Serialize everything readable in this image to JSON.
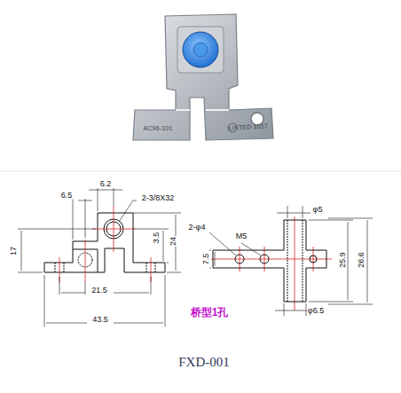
{
  "diagram": {
    "caption": "FXD-001",
    "labels": [
      "AC96-101",
      "LISTED 1017",
      "6.2",
      "6.5",
      "2-3/8X32",
      "17",
      "3.5",
      "24",
      "21.5",
      "43.5",
      "2-φ4",
      "M5",
      "φ5",
      "7.5",
      "25.9",
      "26.6",
      "φ6.5",
      "桥型1孔"
    ]
  }
}
